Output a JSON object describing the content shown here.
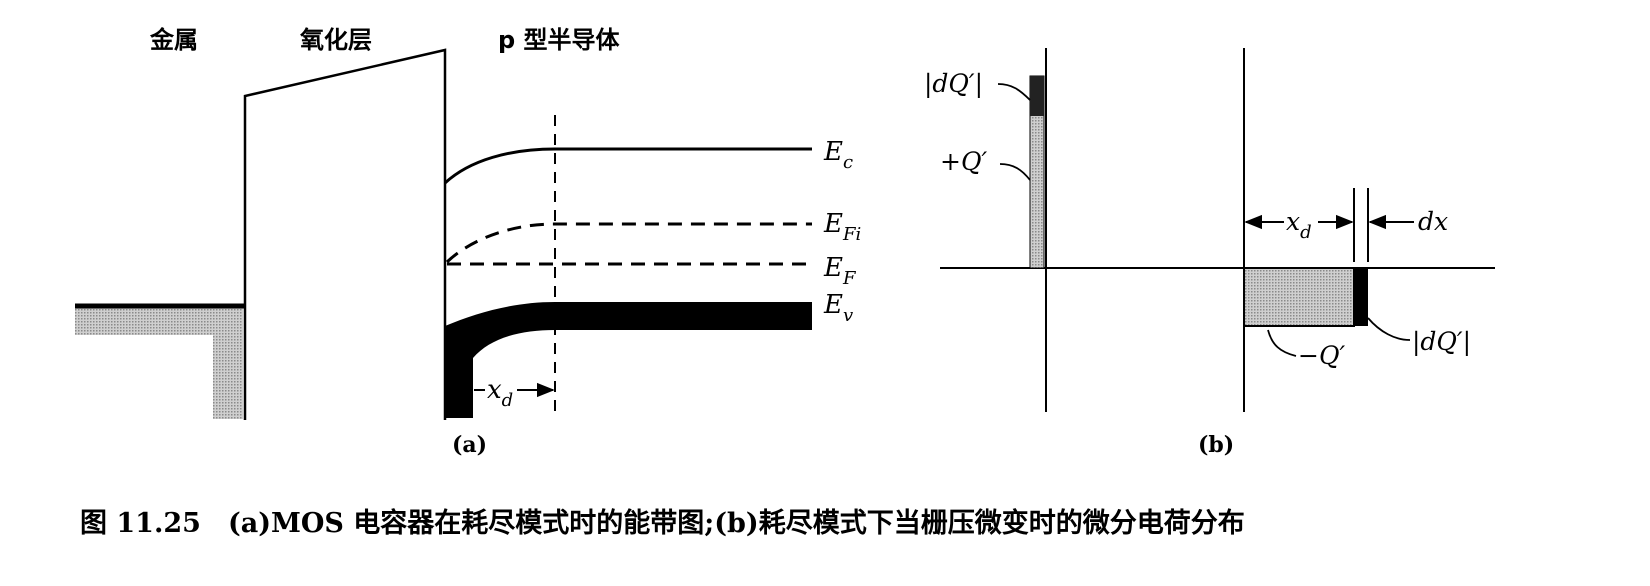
{
  "labels": {
    "metal": "金属",
    "oxide": "氧化层",
    "semiconductor": "p 型半导体"
  },
  "bands": {
    "ec": "E",
    "ec_sub": "c",
    "efi": "E",
    "efi_sub": "Fi",
    "ef": "E",
    "ef_sub": "F",
    "ev": "E",
    "ev_sub": "v"
  },
  "depletion": {
    "x": "x",
    "x_sub": "d"
  },
  "charges": {
    "dq_top": "|dQ′|",
    "plus_q": "+Q′",
    "minus_q": "−Q′",
    "dq_bottom": "|dQ′|",
    "xd": "x",
    "xd_sub": "d",
    "dx": "dx"
  },
  "panels": {
    "a": "(a)",
    "b": "(b)"
  },
  "caption": "图 11.25　(a)MOS 电容器在耗尽模式时的能带图;(b)耗尽模式下当栅压微变时的微分电荷分布",
  "colors": {
    "ink": "#000000",
    "shade": "#b8b8b8",
    "background": "#ffffff"
  }
}
